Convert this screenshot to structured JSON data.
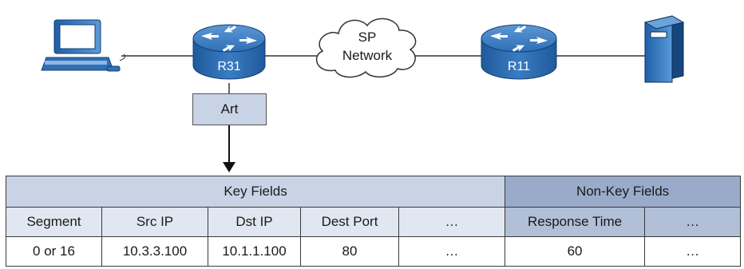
{
  "cloud_label_line1": "SP",
  "cloud_label_line2": "Network",
  "routers": [
    {
      "label": "R31"
    },
    {
      "label": "R11"
    }
  ],
  "monitor_label": "Art",
  "icons": {
    "client": "pc-icon",
    "router": "router-icon",
    "cloud": "cloud-icon",
    "server": "server-icon"
  },
  "colors": {
    "router_body": "#2f6fb5",
    "key_header_bg": "#c8d3e6",
    "key_subheader_bg": "#e1e7f1",
    "nonkey_header_bg": "#9aabc9",
    "nonkey_subheader_bg": "#b1bfd7"
  },
  "table": {
    "groups": [
      {
        "label": "Key Fields"
      },
      {
        "label": "Non-Key Fields"
      }
    ],
    "columns": [
      "Segment",
      "Src IP",
      "Dst IP",
      "Dest Port",
      "…",
      "Response Time",
      "…"
    ],
    "row": [
      "0 or 16",
      "10.3.3.100",
      "10.1.1.100",
      "80",
      "…",
      "60",
      "…"
    ]
  }
}
